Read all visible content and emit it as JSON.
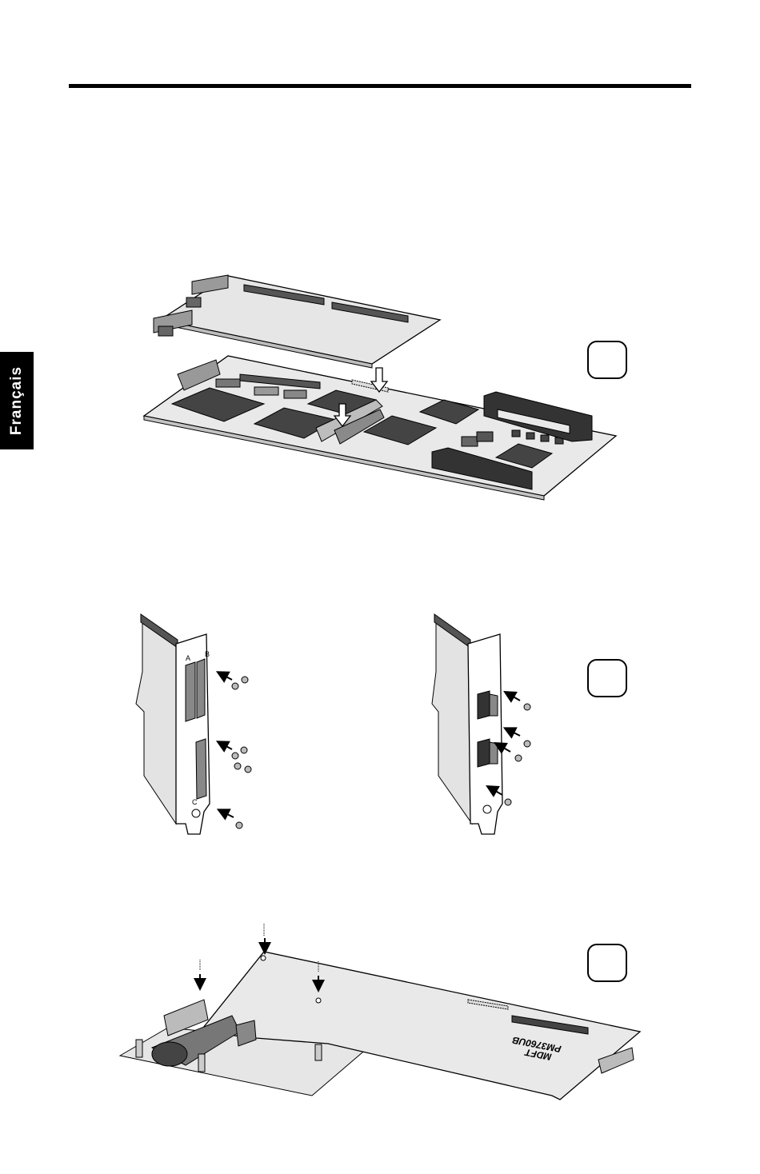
{
  "side_tab": {
    "label": "Français"
  },
  "steps": [
    {
      "number": ""
    },
    {
      "number": ""
    },
    {
      "number": ""
    }
  ],
  "bracket_left": {
    "port_a": "A",
    "port_b": "B",
    "port_c": "C"
  },
  "board3": {
    "silk_line1": "MDFT",
    "silk_line2": "PM3760UB"
  }
}
